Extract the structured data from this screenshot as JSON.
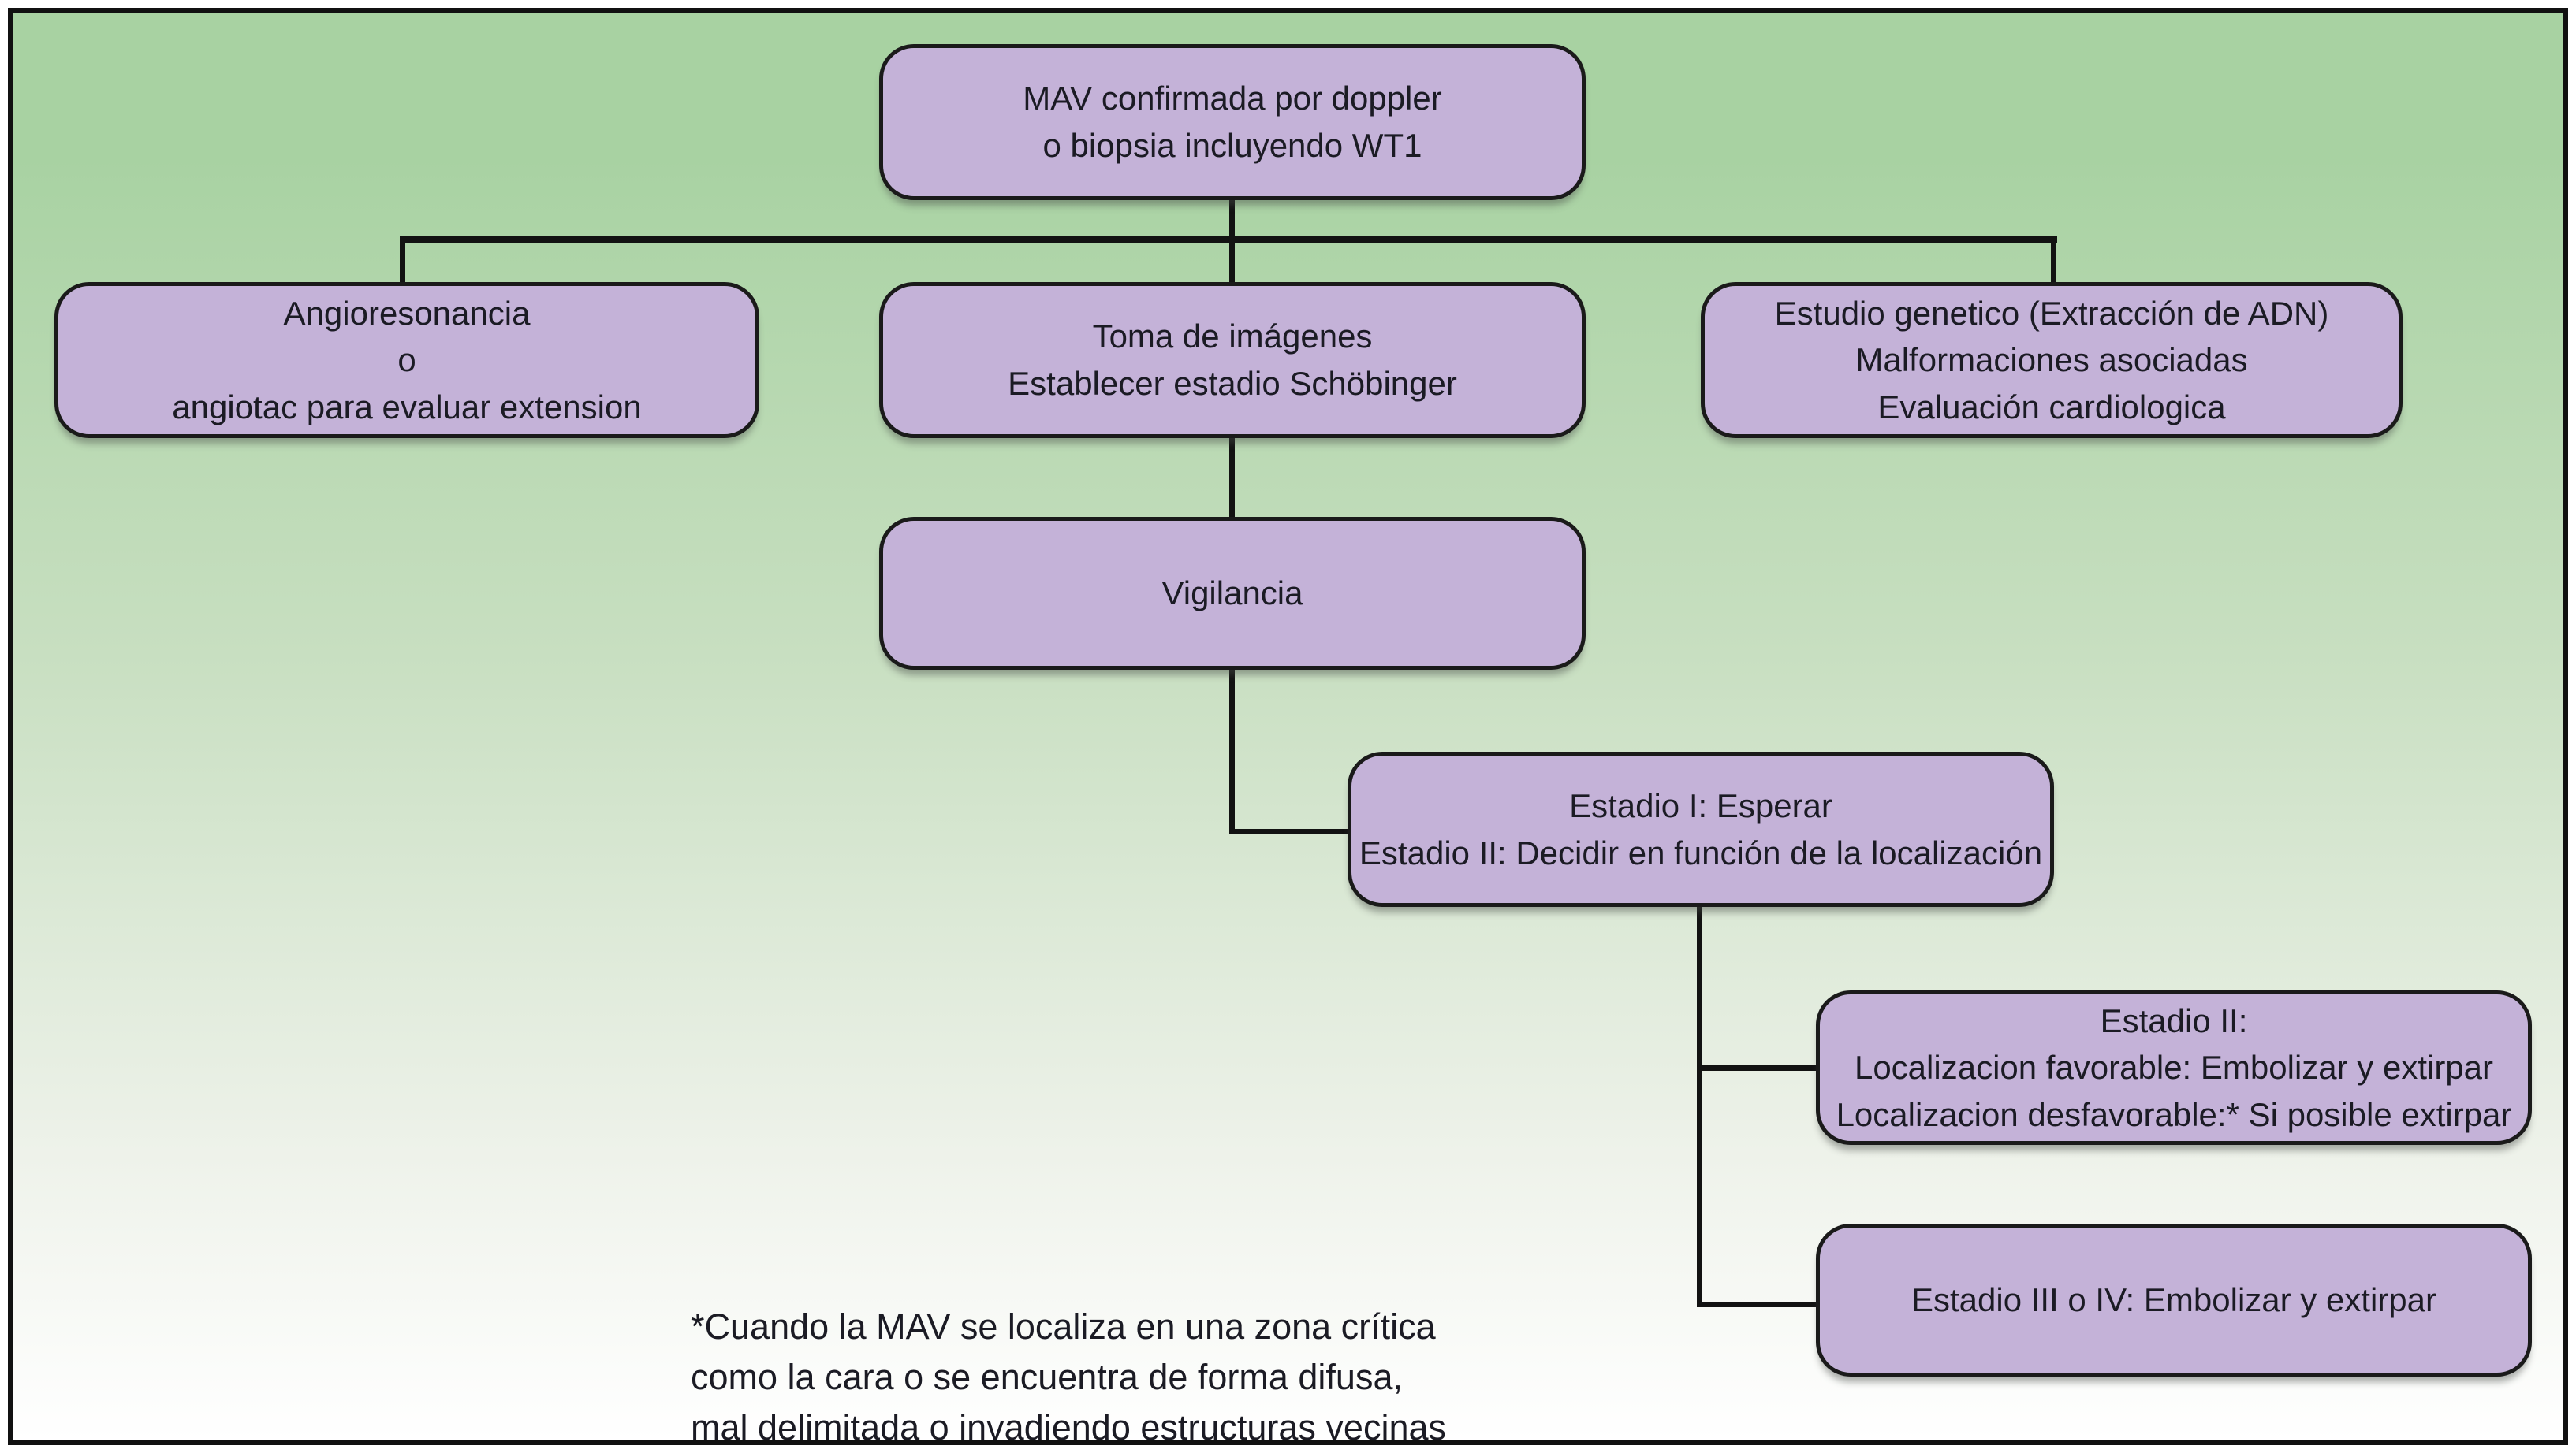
{
  "figure": {
    "type": "flowchart",
    "language": "es",
    "topic": "Algoritmo de manejo de MAV (malformación arteriovenosa)"
  },
  "colors": {
    "bg_top": "#a8d2a2",
    "bg_mid": "#c8dfc1",
    "bg_low": "#eef2ea",
    "bg_bottom": "#ffffff",
    "frame_border": "#111111",
    "node_fill": "#c4b2d8",
    "node_border": "#1a1a1a",
    "line_color": "#121212",
    "text_color": "#1b1b24"
  },
  "nodes": {
    "confirmation": {
      "lines": [
        "MAV confirmada por doppler",
        "o biopsia incluyendo WT1"
      ]
    },
    "imaging_extent": {
      "lines": [
        "Angioresonancia",
        "o",
        "angiotac para evaluar extension"
      ]
    },
    "staging": {
      "lines": [
        "Toma de imágenes",
        "Establecer estadio Schöbinger"
      ]
    },
    "genetics": {
      "lines": [
        "Estudio genetico (Extracción de ADN)",
        "Malformaciones asociadas",
        "Evaluación cardiologica"
      ]
    },
    "surveillance": {
      "lines": [
        "Vigilancia"
      ]
    },
    "stage_1_2": {
      "lines": [
        "Estadio I: Esperar",
        "Estadio II: Decidir en función de la localización"
      ]
    },
    "stage_2": {
      "lines": [
        "Estadio II:",
        "Localizacion favorable: Embolizar y extirpar",
        "Localizacion desfavorable:* Si posible extirpar"
      ]
    },
    "stage_3_4": {
      "lines": [
        "Estadio III o IV: Embolizar y extirpar"
      ]
    }
  },
  "footnote": {
    "lines": [
      "*Cuando la MAV se localiza en una zona crítica",
      "como la cara o se encuentra de forma difusa,",
      "mal delimitada o invadiendo estructuras vecinas"
    ]
  }
}
